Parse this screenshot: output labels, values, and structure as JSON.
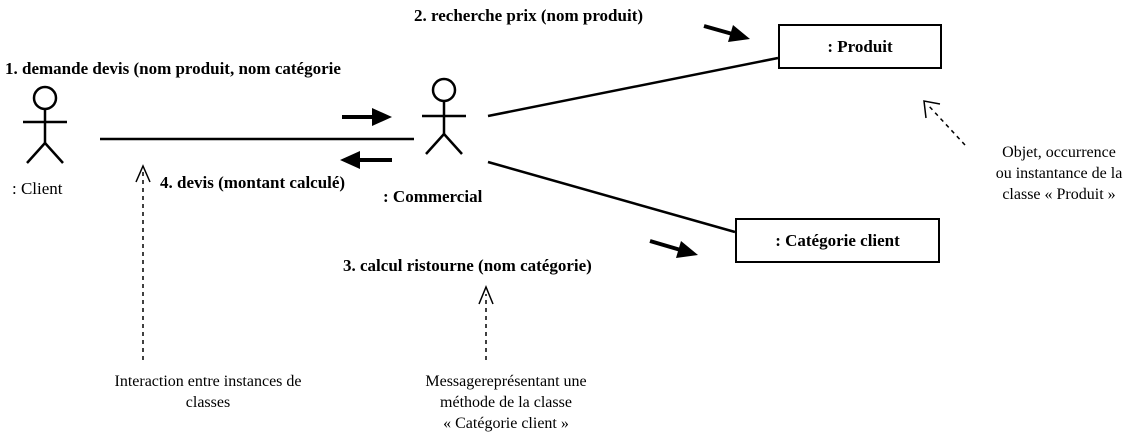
{
  "actors": {
    "client": ": Client",
    "commercial": ": Commercial"
  },
  "objects": {
    "produit": ": Produit",
    "categorie": ": Catégorie client"
  },
  "messages": {
    "m1": "1. demande devis (nom produit, nom catégorie",
    "m2": "2. recherche prix (nom produit)",
    "m3": "3. calcul ristourne (nom catégorie)",
    "m4": "4. devis (montant calculé)"
  },
  "annotations": {
    "objet": [
      "Objet, occurrence",
      "ou instantance de la",
      "classe « Produit »"
    ],
    "interaction": [
      "Interaction entre instances de",
      "classes"
    ],
    "message": [
      "Messagereprésentant une",
      "méthode de la classe",
      "« Catégorie client »"
    ]
  }
}
